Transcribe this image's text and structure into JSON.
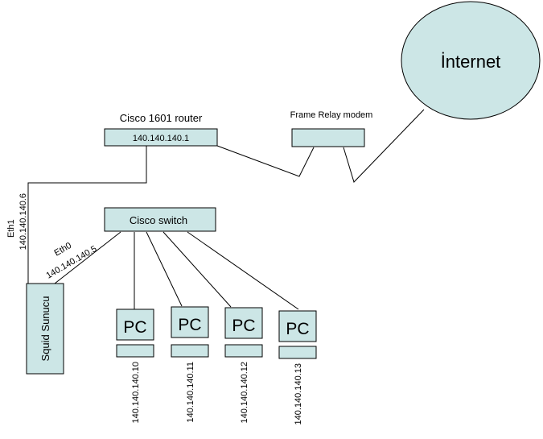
{
  "colors": {
    "node_fill": "#cce6e6",
    "stroke": "#000000",
    "background": "#ffffff"
  },
  "internet": {
    "label": "İnternet"
  },
  "router": {
    "title": "Cisco 1601 router",
    "ip": "140.140.140.1"
  },
  "modem": {
    "title": "Frame Relay modem"
  },
  "switch": {
    "label": "Cisco switch"
  },
  "server": {
    "label": "Squid Sunucu",
    "eth1_label": "Eth1",
    "eth1_ip": "140.140.140.6",
    "eth0_label": "Eth0",
    "eth0_ip": "140.140.140.5"
  },
  "pcs": [
    {
      "label": "PC",
      "ip": "140.140.140.10"
    },
    {
      "label": "PC",
      "ip": "140.140.140.11"
    },
    {
      "label": "PC",
      "ip": "140.140.140.12"
    },
    {
      "label": "PC",
      "ip": "140.140.140.13"
    }
  ]
}
